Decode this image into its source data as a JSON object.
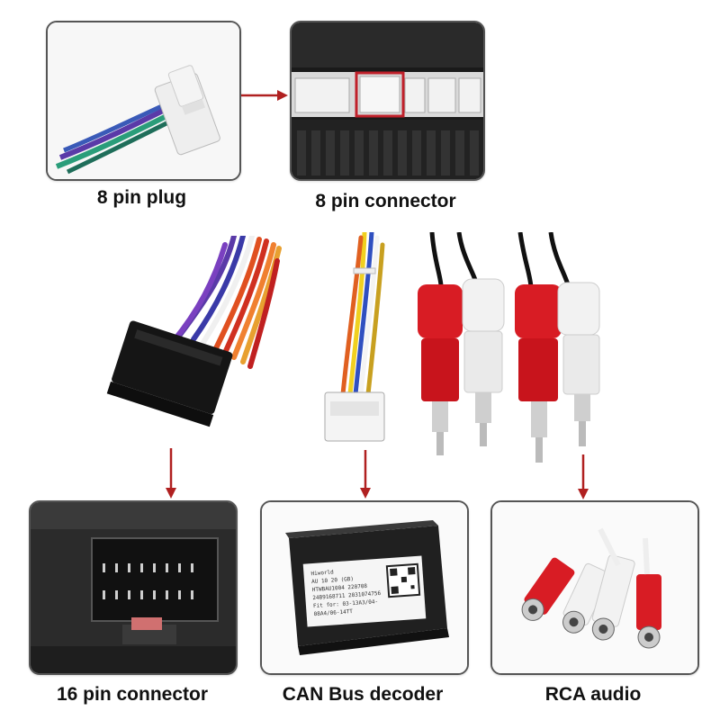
{
  "captions": {
    "plug8": "8 pin plug",
    "conn8": "8 pin connector",
    "conn16": "16 pin connector",
    "canbus": "CAN Bus decoder",
    "rca": "RCA audio"
  },
  "decoder_label": {
    "line1": "Hiworld",
    "line2": "AU 10 20 (GB)",
    "line3": "HTWBAU1004    220708",
    "line4": "24B9168711  2031074756",
    "line5": "Fit for: 03-13A3/04-08A4/06-14TT"
  },
  "colors": {
    "panel_border": "#555555",
    "arrow": "#b02020",
    "rca_red": "#d81c24",
    "rca_white": "#f2f2f2"
  }
}
